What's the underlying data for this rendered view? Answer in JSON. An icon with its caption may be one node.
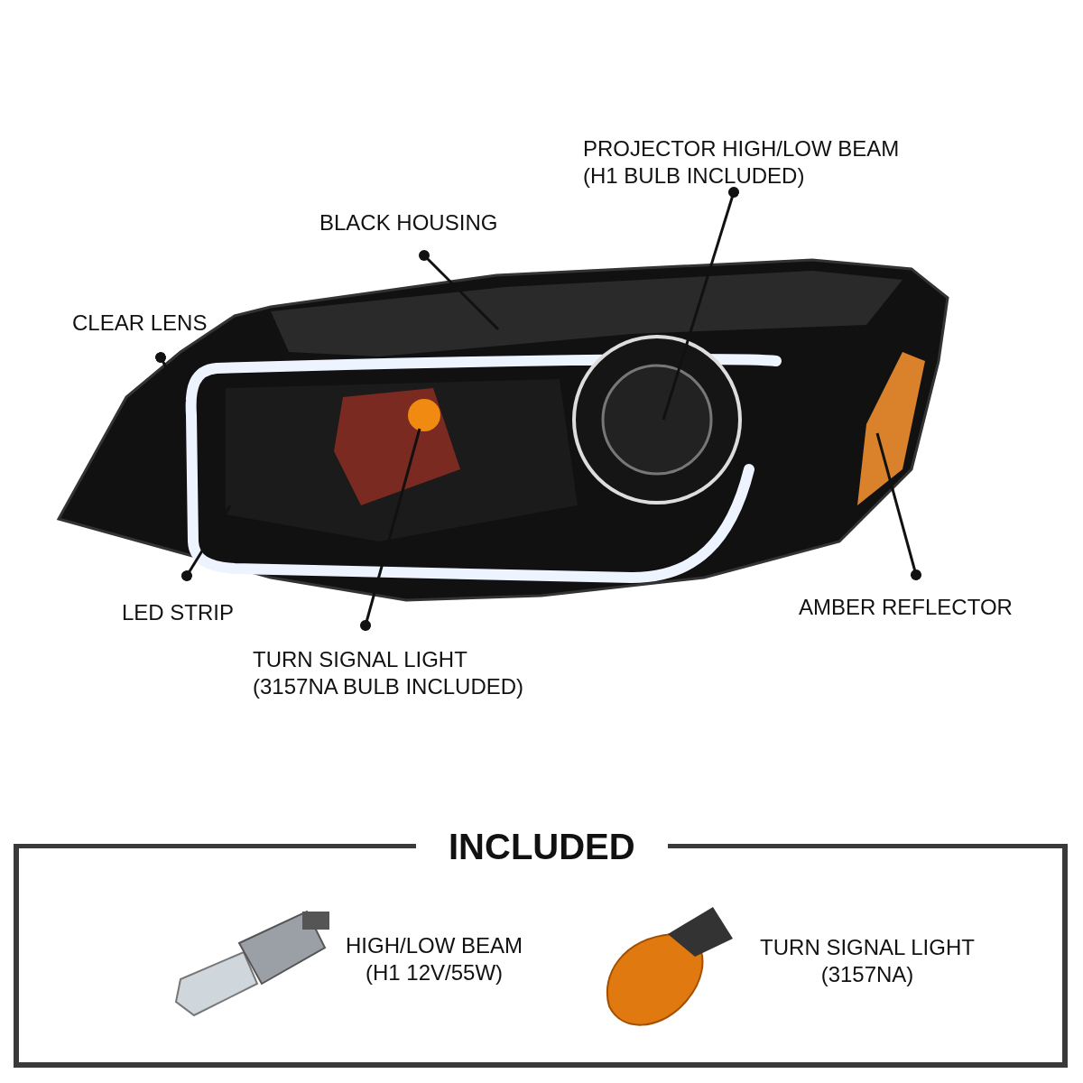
{
  "diagram": {
    "nodes": [
      {
        "text": [
          "PROJECTOR HIGH/LOW BEAM (H1 BULB INCLUDED)"
        ]
      },
      {
        "text": [
          "BLACK HOUSING"
        ]
      },
      {
        "text": [
          "CLEAR LENS"
        ]
      },
      {
        "text": [
          "LED STRIP"
        ]
      },
      {
        "text": [
          "TURN SIGNAL LIGHT (3157NA BULB INCLUDED)"
        ]
      },
      {
        "text": [
          "AMBER REFLECTOR"
        ]
      },
      {
        "text": [
          "INCLUDED"
        ]
      },
      {
        "text": [
          "HIGH/LOW BEAM (H1 12V/55W)"
        ],
        "in": 6
      },
      {
        "text": [
          "TURN SIGNAL LIGHT (3157NA)"
        ],
        "in": 6
      }
    ],
    "edges": [
      {
        "from": 0,
        "to": null,
        "arrow": "other"
      },
      {
        "from": 1,
        "to": null,
        "arrow": "other"
      },
      {
        "from": 2,
        "to": null,
        "arrow": "other"
      },
      {
        "from": 3,
        "to": null,
        "arrow": "other"
      },
      {
        "from": 4,
        "to": null,
        "arrow": "other"
      },
      {
        "from": 5,
        "to": null,
        "arrow": "other"
      }
    ]
  }
}
